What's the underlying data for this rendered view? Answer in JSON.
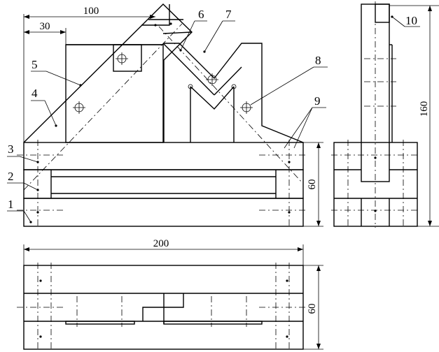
{
  "drawing": {
    "part_labels": [
      "1",
      "2",
      "3",
      "4",
      "5",
      "6",
      "7",
      "8",
      "9",
      "10"
    ],
    "dimensions": {
      "width_100": "100",
      "width_30": "30",
      "height_60_front": "60",
      "height_160_side": "160",
      "width_200_top": "200",
      "height_60_top": "60"
    }
  }
}
